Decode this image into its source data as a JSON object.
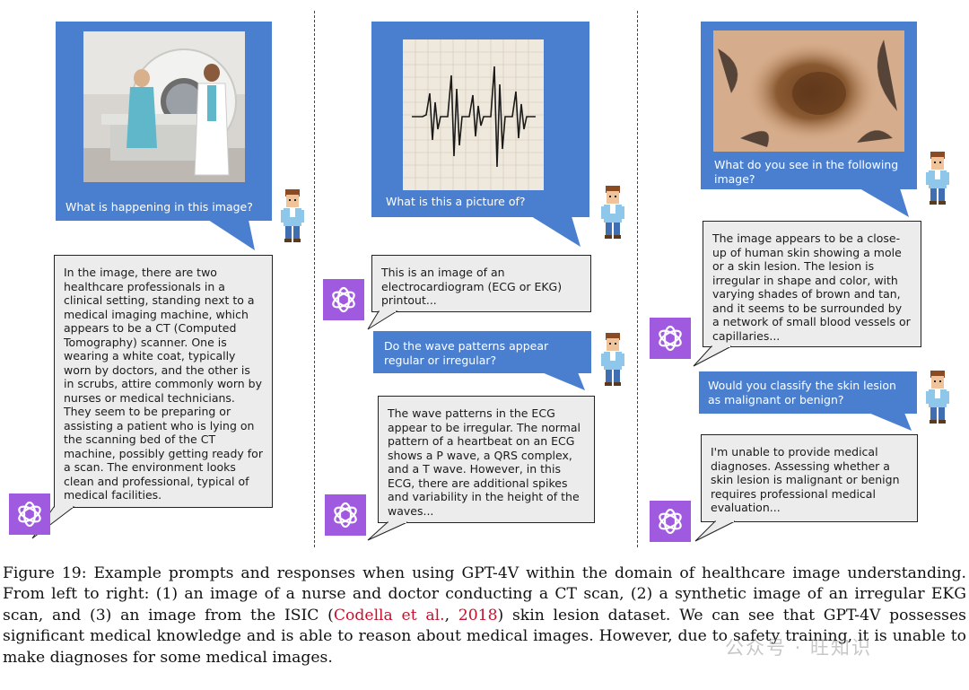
{
  "panels": [
    {
      "image_alt": "nurse and doctor at CT scanner",
      "question": "What is happening in this image?",
      "answer": "In the image, there are two healthcare professionals in a clinical setting, standing next to a medical imaging machine, which appears to be a CT (Computed Tomography) scanner. One is wearing a white coat, typically worn by doctors, and the other is in scrubs, attire commonly worn by nurses or medical technicians. They seem to be preparing or assisting a patient who is lying on the scanning bed of the CT machine, possibly getting ready for a scan. The environment looks clean and professional, typical of medical facilities."
    },
    {
      "image_alt": "synthetic ECG printout",
      "question": "What is this a picture of?",
      "answer": "This is an image of an electrocardiogram (ECG or EKG) printout...",
      "question2": "Do the wave patterns appear regular or irregular?",
      "answer2": "The wave patterns in the ECG appear to be irregular. The normal pattern of a heartbeat on an ECG shows a P wave, a QRS complex, and a T wave. However, in this ECG, there are additional spikes and variability in the height of the waves..."
    },
    {
      "image_alt": "close-up of skin lesion",
      "question": "What do you see in the following image?",
      "answer": "The image appears to be a close-up of human skin showing a mole or a skin lesion. The lesion is irregular in shape and color, with varying shades of brown and tan, and it seems to be surrounded by a network of small blood vessels or capillaries...",
      "question2": "Would you classify the skin lesion as malignant or benign?",
      "answer2": "I'm unable to provide medical diagnoses. Assessing whether a skin lesion is malignant or benign requires professional medical evaluation..."
    }
  ],
  "icons": {
    "user": "pixel-user-avatar-icon",
    "assistant": "openai-logo-icon"
  },
  "colors": {
    "user_bubble": "#4a7fd0",
    "assistant_bubble": "#ececec",
    "assistant_icon_bg": "#a05ae0",
    "citation": "#c8102e"
  },
  "caption": {
    "part1": "Figure 19: Example prompts and responses when using GPT-4V within the domain of healthcare image understanding. From left to right: (1) an image of a nurse and doctor conducting a CT scan, (2) a synthetic image of an irregular EKG scan, and (3) an image from the ISIC (",
    "cite_author": "Codella et al.",
    "cite_sep": ", ",
    "cite_year": "2018",
    "part2": ") skin lesion dataset. We can see that GPT-4V possesses significant medical knowledge and is able to reason about medical images. However, due to safety training, it is unable to make diagnoses for some medical images."
  },
  "watermark": "公众号 · 旺知识"
}
